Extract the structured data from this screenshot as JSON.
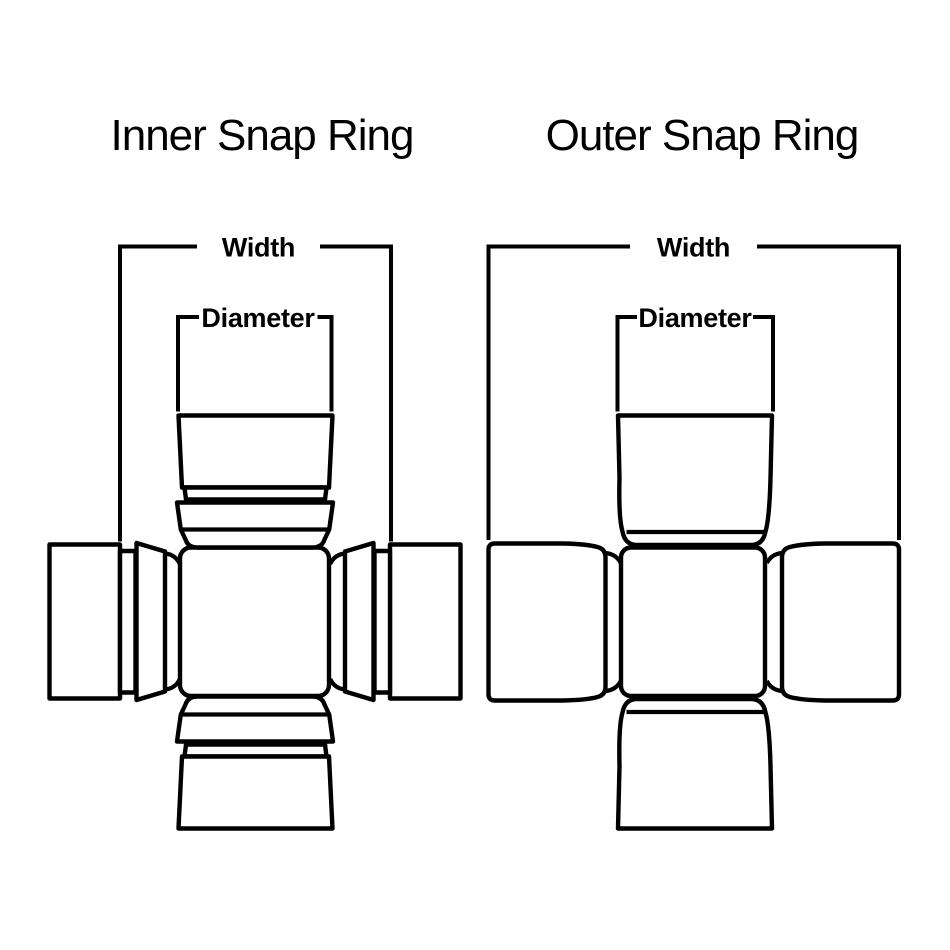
{
  "figure": {
    "background_color": "#ffffff",
    "line_color": "#000000",
    "diagrams": [
      {
        "id": "inner-snap-ring",
        "title": "Inner Snap Ring",
        "width_label": "Width",
        "diameter_label": "Diameter"
      },
      {
        "id": "outer-snap-ring",
        "title": "Outer Snap Ring",
        "width_label": "Width",
        "diameter_label": "Diameter"
      }
    ]
  }
}
